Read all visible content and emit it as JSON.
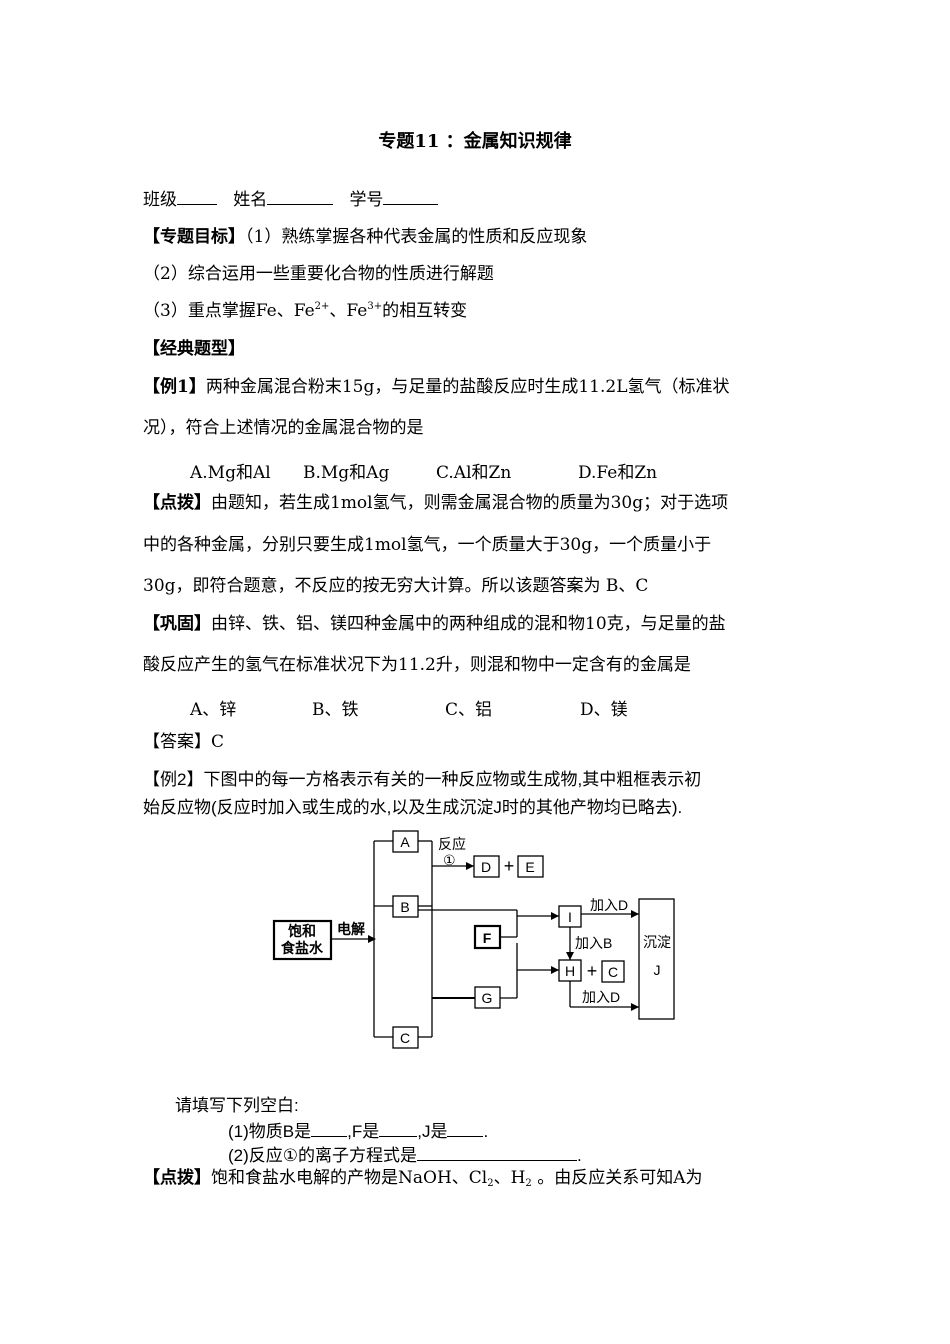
{
  "title": "专题11 ：金属知识规律",
  "student_info": {
    "class_label": "班级",
    "name_label": "姓名",
    "id_label": "学号"
  },
  "goals": {
    "label": "【专题目标】",
    "item1": "（1）熟练掌握各种代表金属的性质和反应现象",
    "item2": "（2）综合运用一些重要化合物的性质进行解题",
    "item3_pre": "（3）重点掌握Fe、Fe",
    "item3_sup1": "2+",
    "item3_mid": "、Fe",
    "item3_sup2": "3+",
    "item3_post": "的相互转变"
  },
  "classic_label": "【经典题型】",
  "ex1": {
    "label": "【例1】",
    "line1": "两种金属混合粉末15g，与足量的盐酸反应时生成11.2L氢气（标准状",
    "line2": "况），符合上述情况的金属混合物的是",
    "options": [
      "A.Mg和Al",
      "B.Mg和Ag",
      "C.Al和Zn",
      "D.Fe和Zn"
    ],
    "hint_label": "【点拨】",
    "hint_line1": "由题知，若生成1mol氢气，则需金属混合物的质量为30g；对于选项",
    "hint_line2": "中的各种金属，分别只要生成1mol氢气，一个质量大于30g，一个质量小于",
    "hint_line3": "30g，即符合题意，不反应的按无穷大计算。所以该题答案为 B、C"
  },
  "consolidate": {
    "label": "【巩固】",
    "line1": "由锌、铁、铝、镁四种金属中的两种组成的混和物10克，与足量的盐",
    "line2": "酸反应产生的氢气在标准状况下为11.2升，则混和物中一定含有的金属是",
    "options": [
      "A、锌",
      "B、铁",
      "C、铝",
      "D、镁"
    ],
    "answer_label": "【答案】",
    "answer": "C"
  },
  "ex2": {
    "label": "【例2】",
    "line1": "下图中的每一方格表示有关的一种反应物或生成物,其中粗框表示初",
    "line2": "始反应物(反应时加入或生成的水,以及生成沉淀J时的其他产物均已略去).",
    "fill_intro": "请填写下列空白:",
    "q1_a": "(1)物质B是",
    "q1_b": ",F是",
    "q1_c": ",J是",
    "q1_end": ".",
    "q2_a": "(2)反应①的离子方程式是",
    "q2_end": ".",
    "hint_label": "【点拨】",
    "hint_pre": "饱和食盐水电解的产物是NaOH、Cl",
    "hint_sub1": "2",
    "hint_mid": "、H",
    "hint_sub2": "2",
    "hint_post": " 。由反应关系可知A为"
  },
  "diagram": {
    "start_box": [
      "饱和",
      "食盐水"
    ],
    "electrolysis": "电解",
    "reaction_label": "反应",
    "reaction_num": "①",
    "nodes": {
      "A": "A",
      "B": "B",
      "C": "C",
      "D": "D",
      "E": "E",
      "F": "F",
      "G": "G",
      "H": "H",
      "I": "I",
      "C2": "C"
    },
    "plus": "+",
    "add_D_top": "加入D",
    "add_B": "加入B",
    "add_D_bottom": "加入D",
    "precipitate": [
      "沉淀",
      "J"
    ]
  }
}
